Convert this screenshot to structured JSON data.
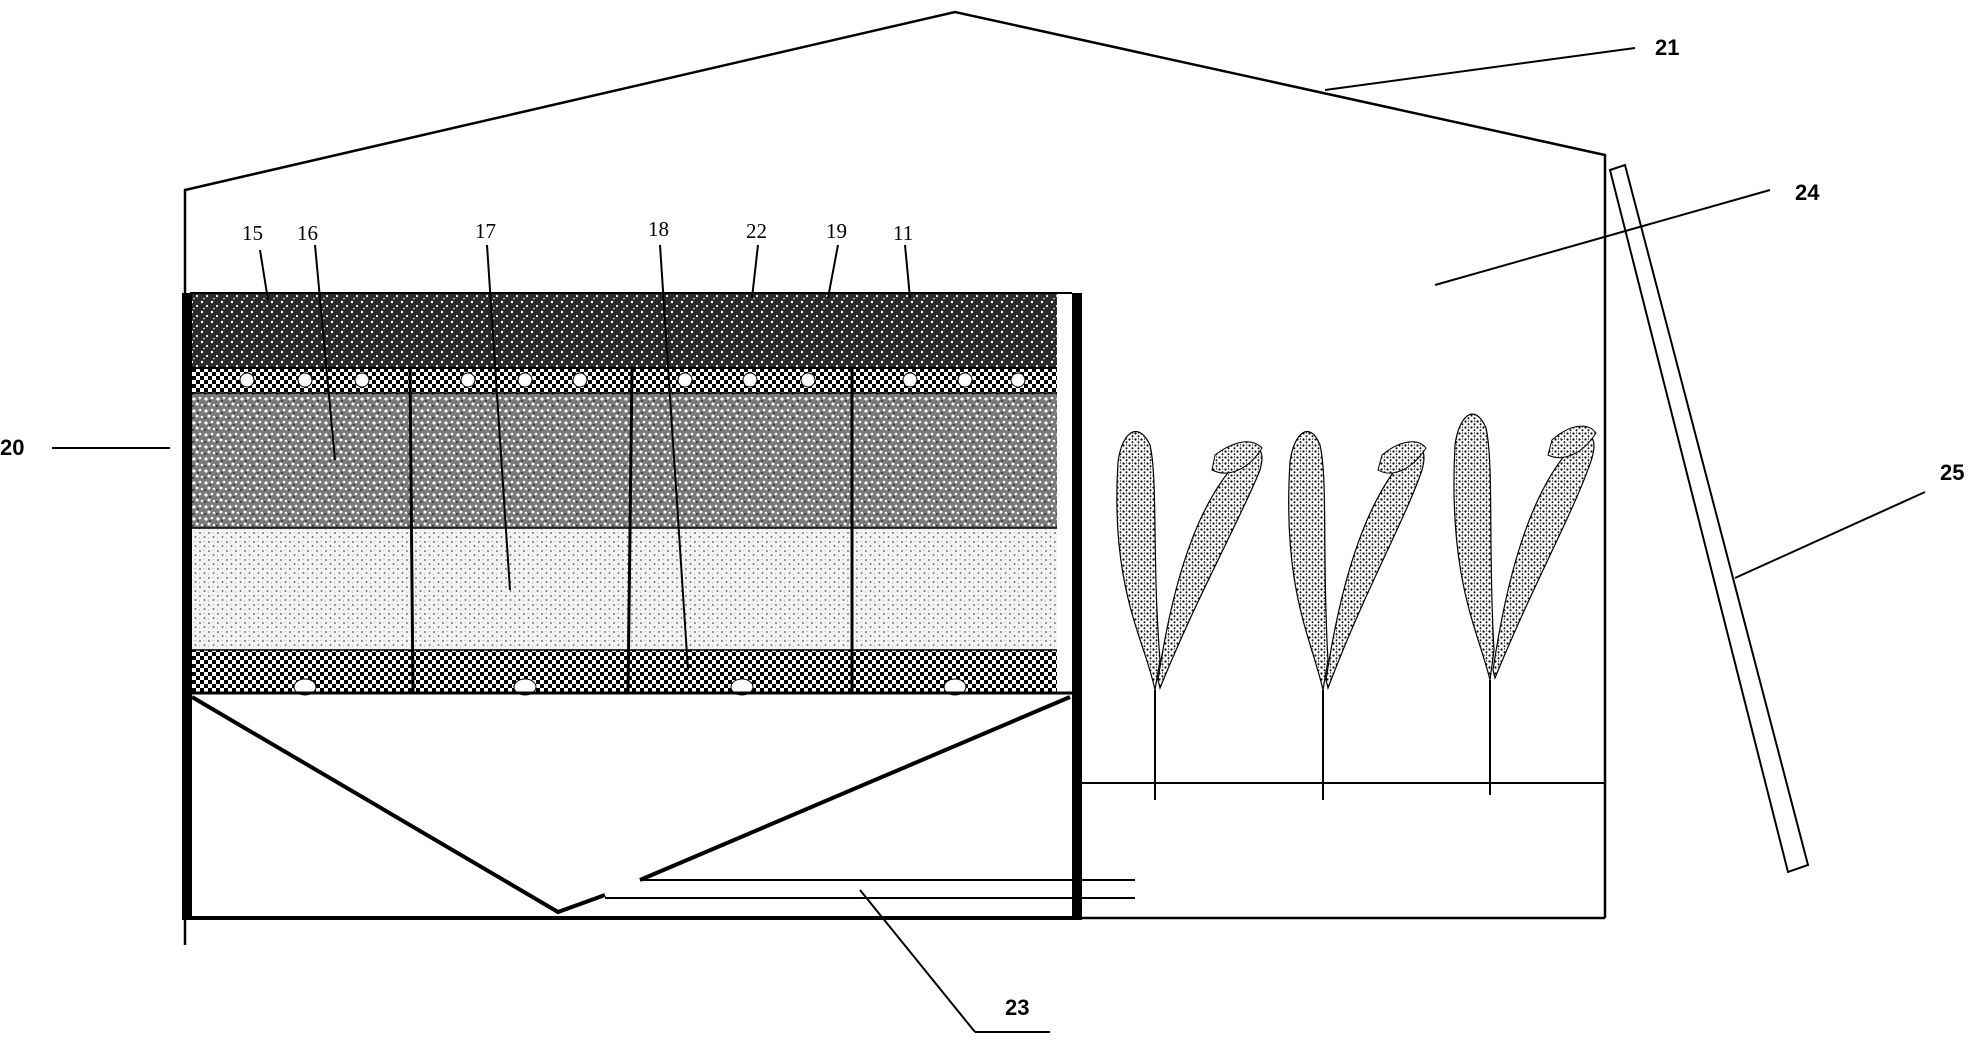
{
  "labels": {
    "l11": "11",
    "l15": "15",
    "l16": "16",
    "l17": "17",
    "l18": "18",
    "l19": "19",
    "l20": "20",
    "l21": "21",
    "l22": "22",
    "l23": "23",
    "l24": "24",
    "l25": "25"
  }
}
